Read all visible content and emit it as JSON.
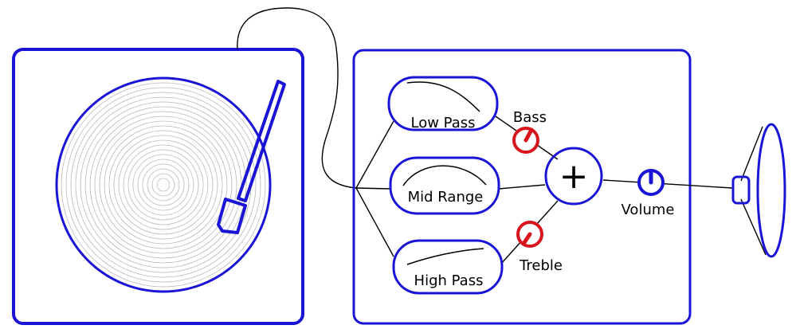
{
  "filters": {
    "low_pass": "Low Pass",
    "mid_range": "Mid Range",
    "high_pass": "High Pass"
  },
  "mixer": {
    "symbol": "+"
  },
  "knobs": {
    "bass": "Bass",
    "treble": "Treble",
    "volume": "Volume"
  },
  "colors": {
    "outline": "#1a14d6",
    "knob_eq": "#d8141c",
    "knob_volume": "#1a14d6",
    "wire": "#000000",
    "grooves": "#b8b8b8"
  },
  "icons": {
    "turntable": "turntable-icon",
    "speaker": "speaker-icon"
  }
}
